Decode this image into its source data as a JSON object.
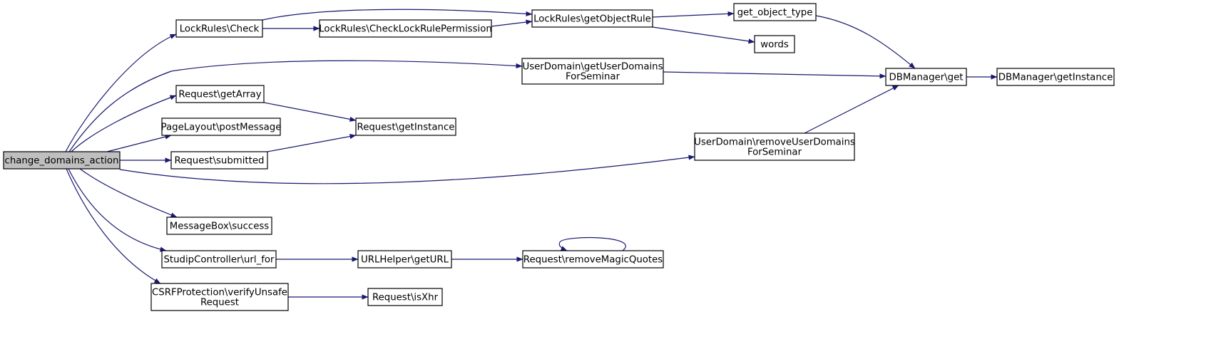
{
  "graph": {
    "edge_color": "#191970",
    "root_fill": "#bfbfbf",
    "nodes": [
      {
        "id": "change_domains_action",
        "lines": [
          "change_domains_action"
        ],
        "root": true
      },
      {
        "id": "lockrules_check",
        "lines": [
          "LockRules\\Check"
        ]
      },
      {
        "id": "lockrules_checklockrulepermission",
        "lines": [
          "LockRules\\CheckLockRulePermission"
        ]
      },
      {
        "id": "lockrules_getobjectrule",
        "lines": [
          "LockRules\\getObjectRule"
        ]
      },
      {
        "id": "get_object_type",
        "lines": [
          "get_object_type"
        ]
      },
      {
        "id": "words",
        "lines": [
          "words"
        ]
      },
      {
        "id": "userdomain_getuserdomainsforseminar",
        "lines": [
          "UserDomain\\getUserDomains",
          "ForSeminar"
        ]
      },
      {
        "id": "dbmanager_get",
        "lines": [
          "DBManager\\get"
        ]
      },
      {
        "id": "dbmanager_getinstance",
        "lines": [
          "DBManager\\getInstance"
        ]
      },
      {
        "id": "request_getarray",
        "lines": [
          "Request\\getArray"
        ]
      },
      {
        "id": "request_getinstance",
        "lines": [
          "Request\\getInstance"
        ]
      },
      {
        "id": "pagelayout_postmessage",
        "lines": [
          "PageLayout\\postMessage"
        ]
      },
      {
        "id": "request_submitted",
        "lines": [
          "Request\\submitted"
        ]
      },
      {
        "id": "userdomain_removeuserdomainsforseminar",
        "lines": [
          "UserDomain\\removeUserDomains",
          "ForSeminar"
        ]
      },
      {
        "id": "messagebox_success",
        "lines": [
          "MessageBox\\success"
        ]
      },
      {
        "id": "studipcontroller_url_for",
        "lines": [
          "StudipController\\url_for"
        ]
      },
      {
        "id": "urlhelper_geturl",
        "lines": [
          "URLHelper\\getURL"
        ]
      },
      {
        "id": "request_removemagicquotes",
        "lines": [
          "Request\\removeMagicQuotes"
        ]
      },
      {
        "id": "csrfprotection_verifyunsaferequest",
        "lines": [
          "CSRFProtection\\verifyUnsafe",
          "Request"
        ]
      },
      {
        "id": "request_isxhr",
        "lines": [
          "Request\\isXhr"
        ]
      }
    ],
    "edges": [
      {
        "from": "change_domains_action",
        "to": "lockrules_check"
      },
      {
        "from": "change_domains_action",
        "to": "userdomain_getuserdomainsforseminar"
      },
      {
        "from": "change_domains_action",
        "to": "request_getarray"
      },
      {
        "from": "change_domains_action",
        "to": "pagelayout_postmessage"
      },
      {
        "from": "change_domains_action",
        "to": "request_submitted"
      },
      {
        "from": "change_domains_action",
        "to": "userdomain_removeuserdomainsforseminar"
      },
      {
        "from": "change_domains_action",
        "to": "messagebox_success"
      },
      {
        "from": "change_domains_action",
        "to": "studipcontroller_url_for"
      },
      {
        "from": "change_domains_action",
        "to": "csrfprotection_verifyunsaferequest"
      },
      {
        "from": "lockrules_check",
        "to": "lockrules_checklockrulepermission"
      },
      {
        "from": "lockrules_check",
        "to": "lockrules_getobjectrule"
      },
      {
        "from": "lockrules_checklockrulepermission",
        "to": "lockrules_getobjectrule"
      },
      {
        "from": "lockrules_getobjectrule",
        "to": "get_object_type"
      },
      {
        "from": "lockrules_getobjectrule",
        "to": "words"
      },
      {
        "from": "get_object_type",
        "to": "dbmanager_get"
      },
      {
        "from": "userdomain_getuserdomainsforseminar",
        "to": "dbmanager_get"
      },
      {
        "from": "dbmanager_get",
        "to": "dbmanager_getinstance"
      },
      {
        "from": "request_getarray",
        "to": "request_getinstance"
      },
      {
        "from": "request_submitted",
        "to": "request_getinstance"
      },
      {
        "from": "userdomain_removeuserdomainsforseminar",
        "to": "dbmanager_get"
      },
      {
        "from": "studipcontroller_url_for",
        "to": "urlhelper_geturl"
      },
      {
        "from": "urlhelper_geturl",
        "to": "request_removemagicquotes"
      },
      {
        "from": "request_removemagicquotes",
        "to": "request_removemagicquotes"
      },
      {
        "from": "csrfprotection_verifyunsaferequest",
        "to": "request_isxhr"
      }
    ]
  }
}
